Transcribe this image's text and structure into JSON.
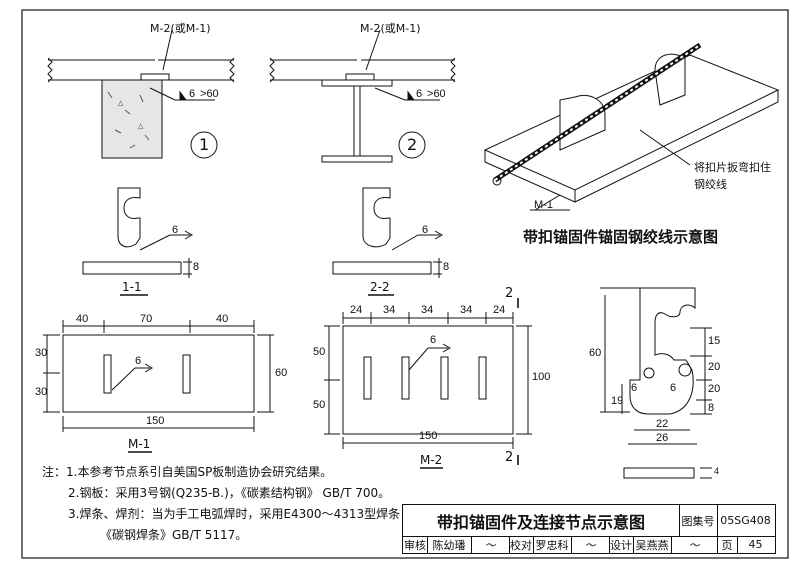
{
  "labels": {
    "m2_or_m1_left": "M-2(或M-1)",
    "m2_or_m1_right": "M-2(或M-1)",
    "weld_left": "6",
    "weld_left_len": "60",
    "weld_right": "6",
    "weld_right_len": "60",
    "circle1": "1",
    "circle2": "2",
    "weld_11": "6",
    "thick_11": "8",
    "sec_11": "1-1",
    "weld_22": "6",
    "thick_22": "8",
    "sec_22": "2-2",
    "iso_title": "带扣锚固件锚固钢绞线示意图",
    "iso_note_line1": "将扣片扳弯扣住",
    "iso_note_line2": "钢绞线",
    "iso_m1": "M-1"
  },
  "m1": {
    "name": "M-1",
    "top_dims": [
      "40",
      "70",
      "40"
    ],
    "left_dims": [
      "30",
      "30"
    ],
    "right_dim": "60",
    "bottom_dim": "150",
    "weld": "6"
  },
  "m2": {
    "name": "M-2",
    "top_dims": [
      "24",
      "34",
      "34",
      "34",
      "24"
    ],
    "left_dims": [
      "50",
      "50"
    ],
    "right_dim": "100",
    "bottom_dim": "150",
    "weld": "6",
    "cut_mark": "2"
  },
  "clip": {
    "dims_right": [
      "15",
      "20",
      "20",
      "8"
    ],
    "dim_left_60": "60",
    "dim_left_19": "19",
    "inner_6a": "6",
    "inner_6b": "6",
    "dim_22": "22",
    "dim_26": "26",
    "dim_4": "4"
  },
  "notes": {
    "n1": "注：1.本参考节点系引自美国SP板制造协会研究结果。",
    "n2": "2.钢板：采用3号钢(Q235-B.)，《碳素结构钢》 GB/T 700。",
    "n3": "3.焊条、焊剂：当为手工电弧焊时，采用E4300～4313型焊条",
    "n4": "《碳钢焊条》GB/T 5117。"
  },
  "titleblock": {
    "title": "带扣锚固件及连接节点示意图",
    "atlas_label": "图集号",
    "atlas_no": "05SG408",
    "review_label": "审核",
    "reviewer": "陈幼璠",
    "check_label": "校对",
    "checker": "罗忠科",
    "design_label": "设计",
    "designer": "吴燕燕",
    "page_label": "页",
    "page_no": "45"
  }
}
